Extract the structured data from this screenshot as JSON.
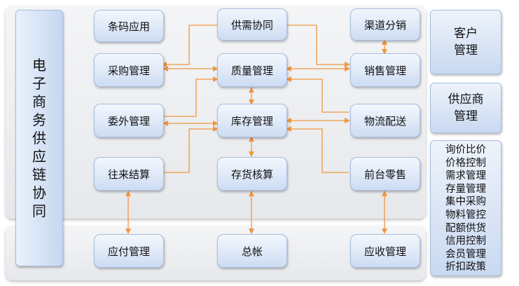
{
  "left_column": {
    "label": "电子商务 供应链协同"
  },
  "modules": {
    "barcode": "条码应用",
    "supply_demand": "供需协同",
    "channel": "渠道分销",
    "purchase": "采购管理",
    "quality": "质量管理",
    "sales": "销售管理",
    "outsource": "委外管理",
    "inventory": "库存管理",
    "logistics": "物流配送",
    "settlement": "往来结算",
    "stock_accounting": "存货核算",
    "retail": "前台零售",
    "payable": "应付管理",
    "ledger": "总帐",
    "receivable": "应收管理"
  },
  "right": {
    "customer": "客户管理",
    "supplier": "供应商管理",
    "features": [
      "询价比价",
      "价格控制",
      "需求管理",
      "存量管理",
      "集中采购",
      "物料管控",
      "配额供货",
      "信用控制",
      "会员管理",
      "折扣政策"
    ]
  },
  "colors": {
    "arrow": "#f0973f",
    "box_fill": "#cddcf3",
    "box_border": "#a9bee0"
  }
}
